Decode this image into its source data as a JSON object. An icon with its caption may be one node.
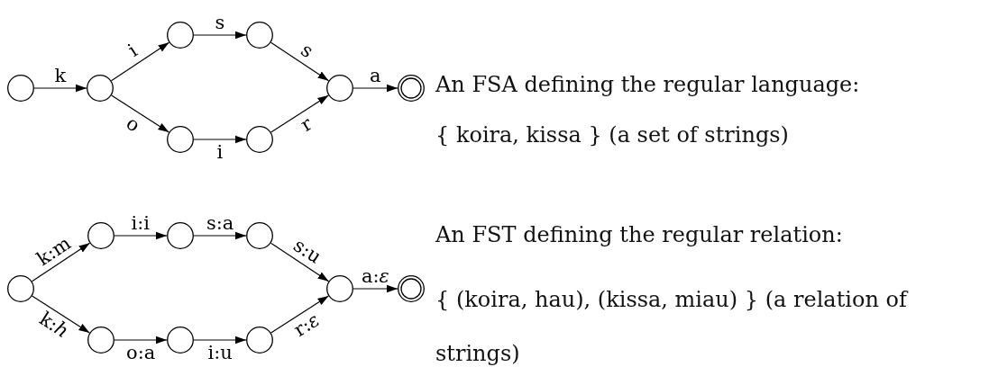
{
  "diagram": {
    "nodes": [
      {
        "text": [],
        "shape": "circle"
      },
      {
        "text": [],
        "shape": "circle"
      },
      {
        "text": [],
        "shape": "circle"
      },
      {
        "text": [],
        "shape": "circle"
      },
      {
        "text": [],
        "shape": "circle"
      },
      {
        "text": [],
        "shape": "doublecircle"
      },
      {
        "text": [],
        "shape": "circle"
      },
      {
        "text": [],
        "shape": "circle"
      },
      {
        "text": [],
        "shape": "circle"
      },
      {
        "text": [],
        "shape": "circle"
      },
      {
        "text": [],
        "shape": "circle"
      },
      {
        "text": [],
        "shape": "circle"
      },
      {
        "text": [],
        "shape": "circle"
      },
      {
        "text": [],
        "shape": "doublecircle"
      },
      {
        "text": [],
        "shape": "circle"
      },
      {
        "text": [],
        "shape": "circle"
      },
      {
        "text": [],
        "shape": "circle"
      }
    ],
    "edges": [
      {
        "from": 0,
        "to": 1,
        "arrow": "to",
        "label": "k"
      },
      {
        "from": 1,
        "to": 2,
        "arrow": "to",
        "label": "i"
      },
      {
        "from": 2,
        "to": 3,
        "arrow": "to",
        "label": "s"
      },
      {
        "from": 3,
        "to": 4,
        "arrow": "to",
        "label": "s"
      },
      {
        "from": 4,
        "to": 5,
        "arrow": "to",
        "label": "a"
      },
      {
        "from": 1,
        "to": 6,
        "arrow": "to",
        "label": "o"
      },
      {
        "from": 6,
        "to": 7,
        "arrow": "to",
        "label": "i"
      },
      {
        "from": 7,
        "to": 4,
        "arrow": "to",
        "label": "r"
      },
      {
        "from": 8,
        "to": 9,
        "arrow": "to",
        "label": "k:m"
      },
      {
        "from": 9,
        "to": 10,
        "arrow": "to",
        "label": "i:i"
      },
      {
        "from": 10,
        "to": 11,
        "arrow": "to",
        "label": "s:a"
      },
      {
        "from": 11,
        "to": 12,
        "arrow": "to",
        "label": "s:u"
      },
      {
        "from": 12,
        "to": 13,
        "arrow": "to",
        "label": "a:*ε*"
      },
      {
        "from": 8,
        "to": 14,
        "arrow": "to",
        "label": "k:*h*"
      },
      {
        "from": 14,
        "to": 15,
        "arrow": "to",
        "label": "o:a"
      },
      {
        "from": 15,
        "to": 16,
        "arrow": "to",
        "label": "i:u"
      },
      {
        "from": 16,
        "to": 12,
        "arrow": "to",
        "label": "r:*ε*"
      }
    ],
    "labels": [
      "An FSA defining the regular language:",
      "{ koira, kissa } (a set of strings)",
      "An FST defining the regular relation:",
      "{ (koira, hau), (kissa, miau) } (a relation of strings)"
    ]
  }
}
